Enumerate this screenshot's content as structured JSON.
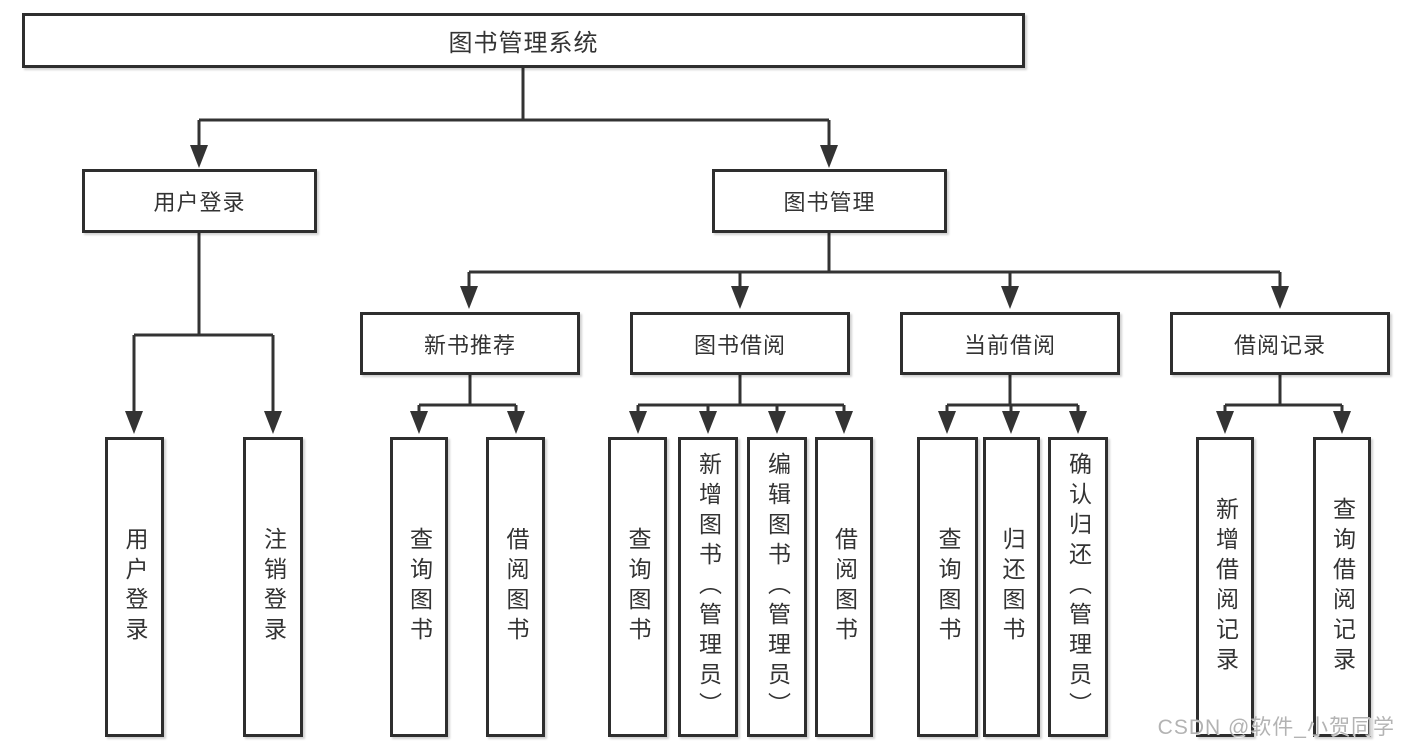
{
  "tree": {
    "root": {
      "label": "图书管理系统"
    },
    "branches": [
      {
        "label": "用户登录",
        "children": [
          {
            "label": "用户登录"
          },
          {
            "label": "注销登录"
          }
        ]
      },
      {
        "label": "图书管理",
        "groups": [
          {
            "label": "新书推荐",
            "children": [
              {
                "label": "查询图书"
              },
              {
                "label": "借阅图书"
              }
            ]
          },
          {
            "label": "图书借阅",
            "children": [
              {
                "label": "查询图书"
              },
              {
                "label": "新增图书（管理员）"
              },
              {
                "label": "编辑图书（管理员）"
              },
              {
                "label": "借阅图书"
              }
            ]
          },
          {
            "label": "当前借阅",
            "children": [
              {
                "label": "查询图书"
              },
              {
                "label": "归还图书"
              },
              {
                "label": "确认归还（管理员）"
              }
            ]
          },
          {
            "label": "借阅记录",
            "children": [
              {
                "label": "新增借阅记录"
              },
              {
                "label": "查询借阅记录"
              }
            ]
          }
        ]
      }
    ]
  },
  "watermark": {
    "text": "CSDN @软件_小贺同学"
  },
  "colors": {
    "background": "#ffffff",
    "line": "#333333",
    "box_border": "#2e2e2e",
    "text": "#333333",
    "watermark": "#b3b3b3"
  }
}
